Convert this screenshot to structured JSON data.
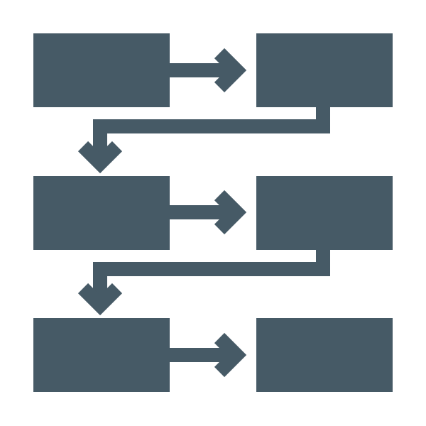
{
  "diagram": {
    "type": "process-flow-icon",
    "fill_color": "#465a66",
    "background_color": "#ffffff",
    "rows": 3,
    "columns": 2,
    "nodes": [
      {
        "id": "row1-left"
      },
      {
        "id": "row1-right"
      },
      {
        "id": "row2-left"
      },
      {
        "id": "row2-right"
      },
      {
        "id": "row3-left"
      },
      {
        "id": "row3-right"
      }
    ],
    "edges": [
      {
        "from": "row1-left",
        "to": "row1-right"
      },
      {
        "from": "row1-right",
        "to": "row2-left"
      },
      {
        "from": "row2-left",
        "to": "row2-right"
      },
      {
        "from": "row2-right",
        "to": "row3-left"
      },
      {
        "from": "row3-left",
        "to": "row3-right"
      }
    ]
  }
}
